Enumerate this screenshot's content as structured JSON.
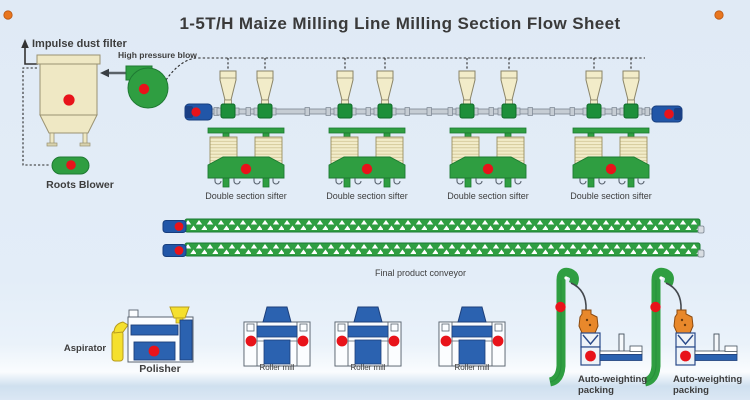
{
  "title": "1-5T/H Maize Milling Line Milling Section Flow Sheet",
  "labels": {
    "impulse_dust_filter": "Impulse dust filter",
    "high_pressure_blow": "High pressure blow",
    "roots_blower": "Roots Blower",
    "double_section_sifter": "Double section sifter",
    "final_product_conveyor": "Final product conveyor",
    "aspirator": "Aspirator",
    "polisher": "Polisher",
    "roller_mill": "Roller mill",
    "auto_weighting_packing": "Auto-weighting packing"
  },
  "icons": {
    "marker_dot": "orange-corner-dot",
    "status_dot": "red-machine-dot"
  },
  "colors": {
    "background": "#e2ecf7",
    "machine_green": "#2f9e41",
    "valve_green": "#1d8f3a",
    "beige": "#f2ecc9",
    "red_dot": "#e8131a",
    "motor_blue": "#2156a8",
    "panel_blue": "#2b62b0",
    "yellow": "#f5e02e",
    "bagger_orange": "#e8882b",
    "pipe_gray": "#c6cdd4",
    "corner_orange": "#e8761f",
    "text": "#3d3d3d"
  }
}
